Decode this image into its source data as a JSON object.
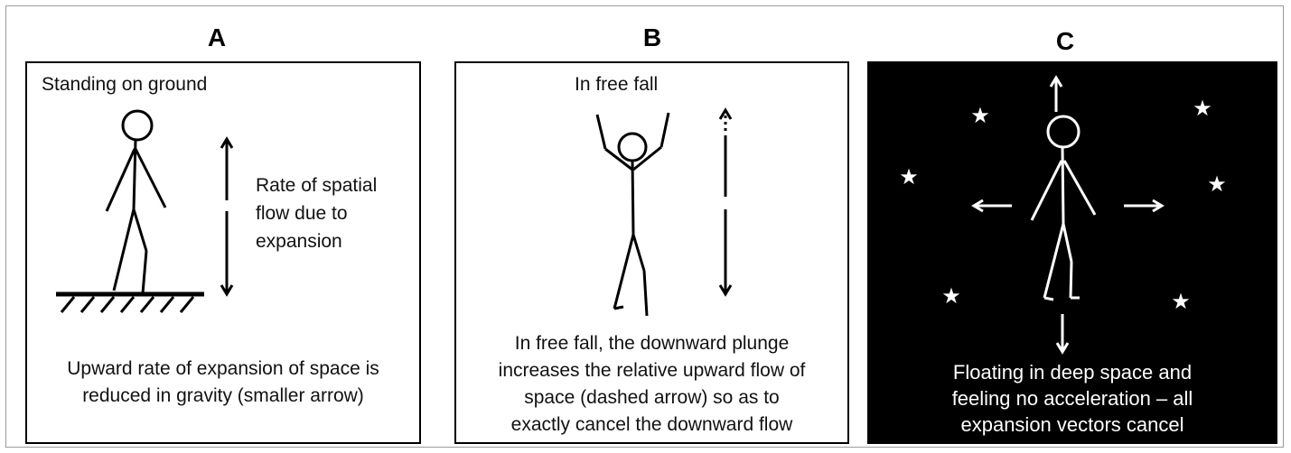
{
  "panels": [
    {
      "letter": "A",
      "heading": "Standing on ground",
      "arrow_label": [
        "Rate of spatial",
        "flow due to",
        "expansion"
      ],
      "caption": [
        "Upward rate of expansion of space  is",
        "reduced in gravity (smaller arrow)"
      ]
    },
    {
      "letter": "B",
      "heading": "In free fall",
      "caption": [
        "In free fall, the downward plunge",
        "increases the relative upward flow of",
        "space (dashed arrow) so as  to",
        "exactly cancel the downward flow"
      ]
    },
    {
      "letter": "C",
      "caption": [
        "Floating in deep space and",
        "feeling no acceleration – all",
        "expansion vectors cancel"
      ],
      "background": "#000000"
    }
  ],
  "icons": [
    "stick-figure-icon",
    "arrow-icon",
    "star-icon",
    "ground-hatch-icon"
  ]
}
